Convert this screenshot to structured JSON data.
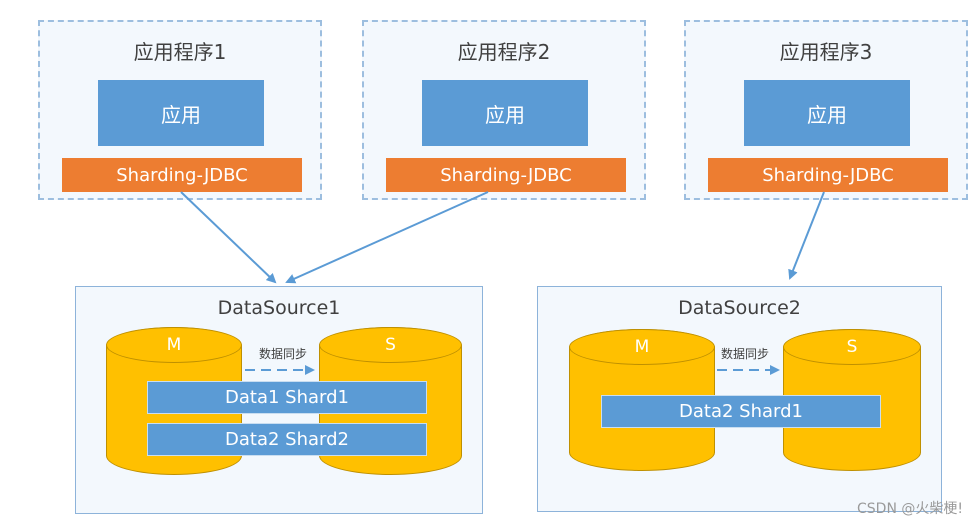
{
  "apps": [
    {
      "title": "应用程序1",
      "core_label": "应用",
      "middleware": "Sharding-JDBC"
    },
    {
      "title": "应用程序2",
      "core_label": "应用",
      "middleware": "Sharding-JDBC"
    },
    {
      "title": "应用程序3",
      "core_label": "应用",
      "middleware": "Sharding-JDBC"
    }
  ],
  "datasources": [
    {
      "title": "DataSource1",
      "master_label": "M",
      "slave_label": "S",
      "sync_label": "数据同步",
      "shards": [
        "Data1 Shard1",
        "Data2 Shard2"
      ]
    },
    {
      "title": "DataSource2",
      "master_label": "M",
      "slave_label": "S",
      "sync_label": "数据同步",
      "shards": [
        "Data2 Shard1"
      ]
    }
  ],
  "watermark": "CSDN @火柴梗!",
  "colors": {
    "app_core": "#5b9bd5",
    "middleware": "#ed7d31",
    "database": "#ffc000",
    "shard": "#5b9bd5",
    "arrow": "#5b9bd5"
  }
}
